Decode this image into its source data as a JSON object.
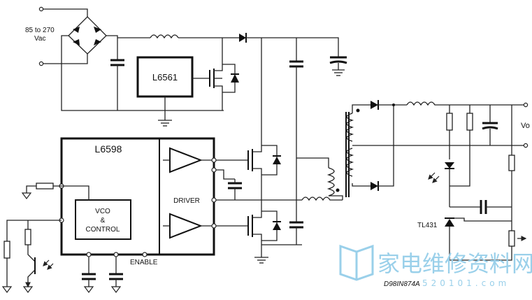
{
  "labels": {
    "input_voltage_line1": "85 to 270",
    "input_voltage_line2": "Vac",
    "pfc_controller": "L6561",
    "main_controller": "L6598",
    "driver": "DRIVER",
    "vco_line1": "VCO",
    "vco_line2": "&",
    "vco_line3": "CONTROL",
    "enable": "ENABLE",
    "output": "Vo",
    "regulator": "TL431",
    "doc_code": "D98IN874A"
  },
  "watermark": {
    "text": "家电维修资料网",
    "number": "520101.com",
    "color": "#9ad0ea"
  }
}
